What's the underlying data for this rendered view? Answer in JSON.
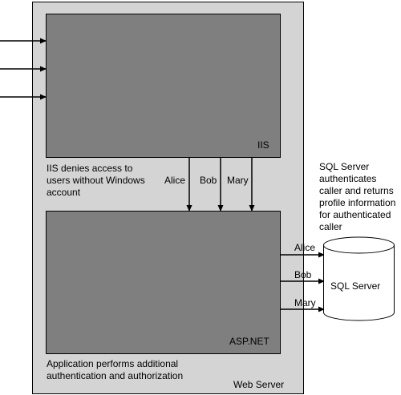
{
  "web_server": {
    "label": "Web Server"
  },
  "iis": {
    "label": "IIS",
    "note_lines": [
      "IIS denies access to",
      "users without Windows",
      "account"
    ]
  },
  "aspnet": {
    "label": "ASP.NET",
    "note_lines": [
      "Application performs additional",
      "authentication and authorization"
    ]
  },
  "users": [
    "Alice",
    "Bob",
    "Mary"
  ],
  "sql_server": {
    "label": "SQL Server",
    "note_lines": [
      "SQL Server",
      "authenticates",
      "caller and returns",
      "profile information",
      "for authenticated",
      "caller"
    ]
  },
  "colors": {
    "web_server_fill": "#d4d4d4",
    "box_fill": "#7f7f7f",
    "cylinder_fill": "#ffffff",
    "stroke": "#000000"
  }
}
